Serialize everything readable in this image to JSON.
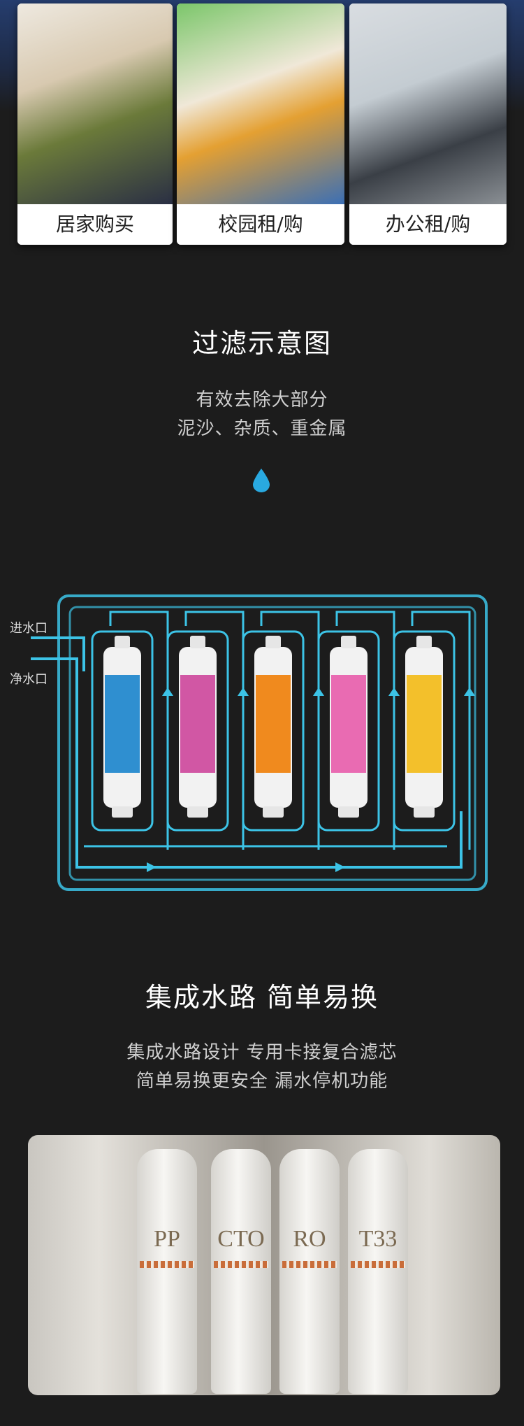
{
  "scenes": [
    {
      "label": "居家购买"
    },
    {
      "label": "校园租/购"
    },
    {
      "label": "办公租/购"
    }
  ],
  "filter_section": {
    "title": "过滤示意图",
    "subtitle_line1": "有效去除大部分",
    "subtitle_line2": "泥沙、杂质、重金属",
    "inlet_label": "进水口",
    "outlet_label": "净水口",
    "cartridge_colors": [
      "#2f8fd0",
      "#d157a4",
      "#f08a1e",
      "#e96bb2",
      "#f3c02b"
    ],
    "pipe_color": "#3cc3e6"
  },
  "integrated_section": {
    "title": "集成水路 简单易换",
    "subtitle_line1": "集成水路设计  专用卡接复合滤芯",
    "subtitle_line2": "简单易换更安全  漏水停机功能"
  },
  "photo_filters": [
    "PP",
    "CTO",
    "RO",
    "T33"
  ]
}
